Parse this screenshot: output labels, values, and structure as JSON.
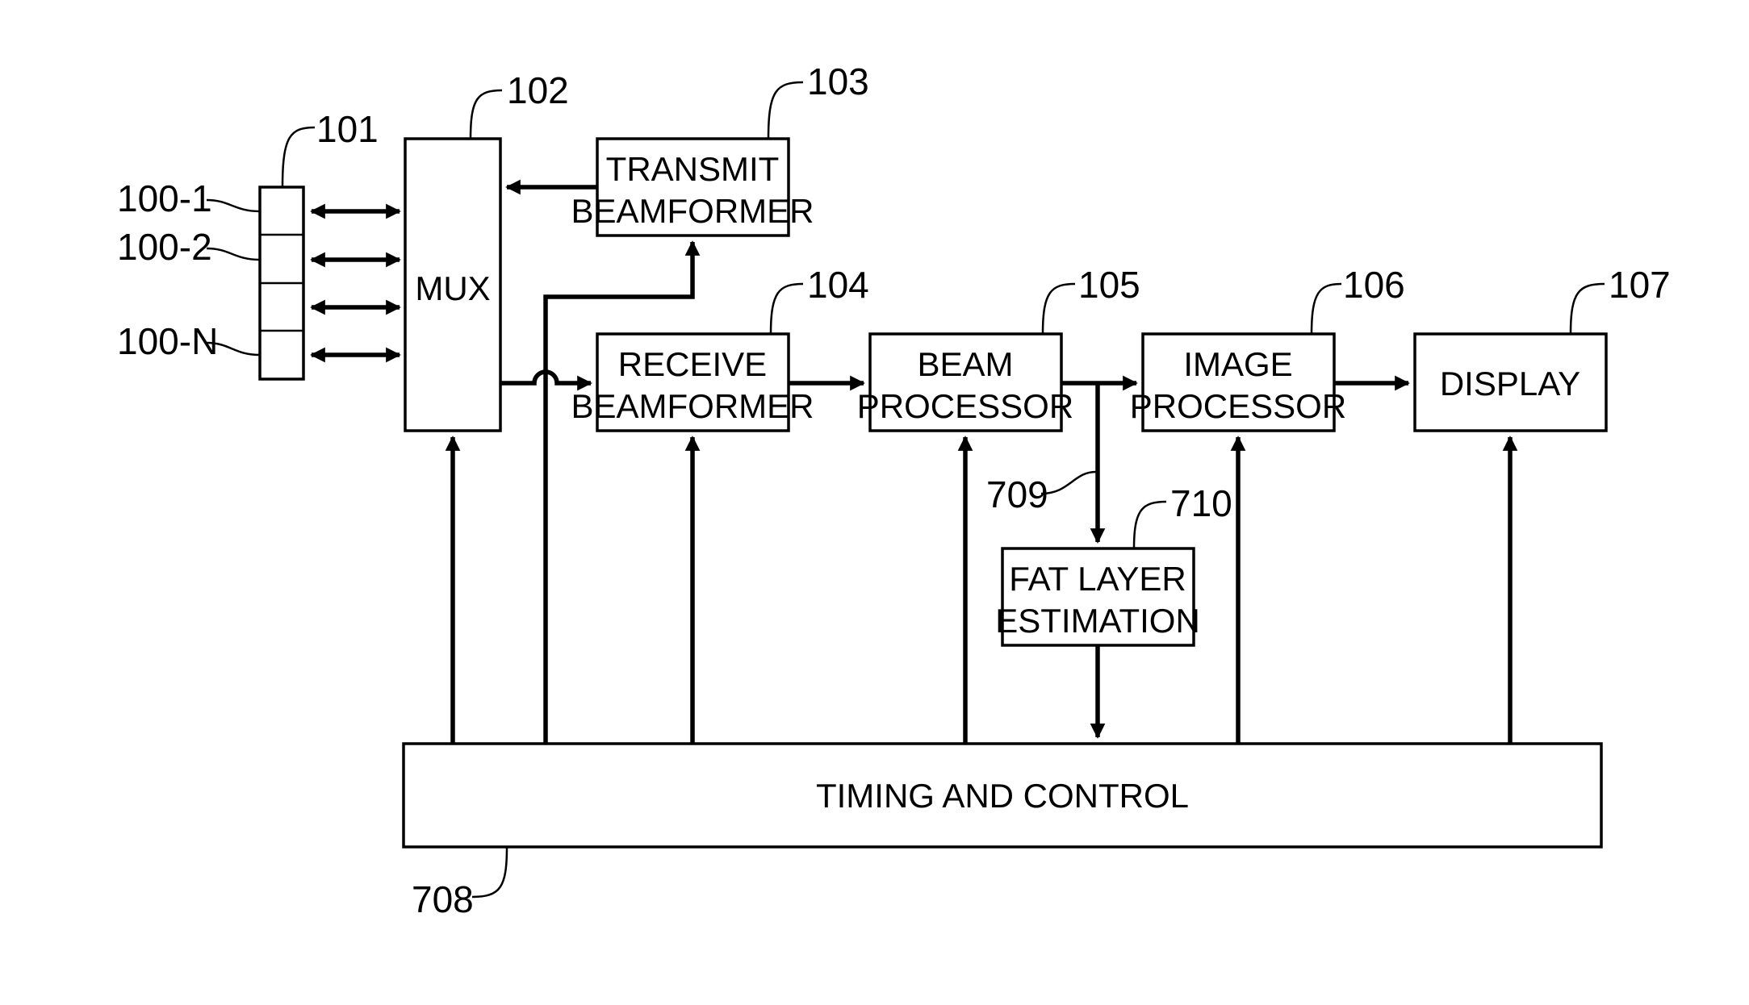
{
  "blocks": {
    "transmit": {
      "line1": "TRANSMIT",
      "line2": "BEAMFORMER",
      "ref": "103"
    },
    "receive": {
      "line1": "RECEIVE",
      "line2": "BEAMFORMER",
      "ref": "104"
    },
    "mux": {
      "label": "MUX",
      "ref": "102"
    },
    "beam": {
      "line1": "BEAM",
      "line2": "PROCESSOR",
      "ref": "105"
    },
    "image": {
      "line1": "IMAGE",
      "line2": "PROCESSOR",
      "ref": "106"
    },
    "display": {
      "label": "DISPLAY",
      "ref": "107"
    },
    "fat": {
      "line1": "FAT LAYER",
      "line2": "ESTIMATION",
      "ref": "710"
    },
    "timing": {
      "label": "TIMING AND CONTROL",
      "ref": "708"
    }
  },
  "transducer": {
    "ref": "101",
    "elements": [
      "100-1",
      "100-2",
      "100-N"
    ]
  },
  "signal_ref": "709"
}
